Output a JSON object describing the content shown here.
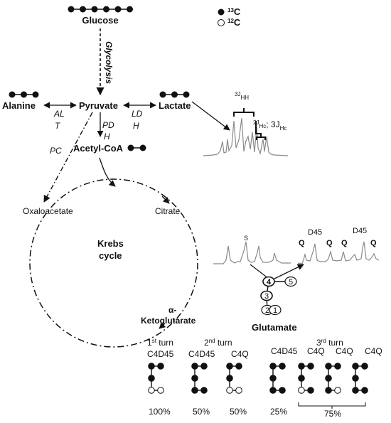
{
  "legend": {
    "filled": "13C",
    "filled_sup": "13",
    "filled_el": "C",
    "open_sup": "12",
    "open_el": "C"
  },
  "metabolites": {
    "glucose": "Glucose",
    "alanine": "Alanine",
    "pyruvate": "Pyruvate",
    "lactate": "Lactate",
    "acetyl_coa": "Acetyl-CoA",
    "oxaloacetate": "Oxaloacetate",
    "citrate": "Citrate",
    "krebs_line1": "Krebs",
    "krebs_line2": "cycle",
    "akg_line1": "α-",
    "akg_line2": "Ketoglutarate",
    "glutamate": "Glutamate"
  },
  "enzymes": {
    "glycolysis": "Glycolysis",
    "alt_1": "AL",
    "alt_2": "T",
    "ldh_1": "LD",
    "ldh_2": "H",
    "pdh_1": "PD",
    "pdh_2": "H",
    "pc": "PC"
  },
  "spectrum_labels": {
    "jhh": "3J",
    "jhh_sub": "HH",
    "jhc_a": "2J",
    "jhc_a_sub": "Hc",
    "jhc_sep": "; 3J",
    "jhc_b_sub": "Hc",
    "s": "S",
    "q1": "Q",
    "q2": "Q",
    "q3": "Q",
    "q4": "Q",
    "d45a": "D45",
    "d45b": "D45"
  },
  "glutamate_carbons": [
    "1",
    "2",
    "3",
    "4",
    "5"
  ],
  "turns": {
    "turn1": {
      "num": "1",
      "sup": "st",
      "word": " turn"
    },
    "turn2": {
      "num": "2",
      "sup": "nd",
      "word": " turn"
    },
    "turn3": {
      "num": "3",
      "sup": "rd",
      "word": " turn"
    }
  },
  "isotopomers": [
    {
      "label": "C4D45",
      "percent": "100%"
    },
    {
      "label": "C4D45",
      "percent": "50%"
    },
    {
      "label": "C4Q",
      "percent": "50%"
    },
    {
      "label": "C4D45",
      "percent": "25%"
    },
    {
      "label": "C4Q",
      "percent": ""
    },
    {
      "label": "C4Q",
      "percent": ""
    },
    {
      "label": "C4Q",
      "percent": ""
    }
  ],
  "group_percent": "75%",
  "colors": {
    "ink": "#111111",
    "spectrum": "#8a8a8a"
  }
}
